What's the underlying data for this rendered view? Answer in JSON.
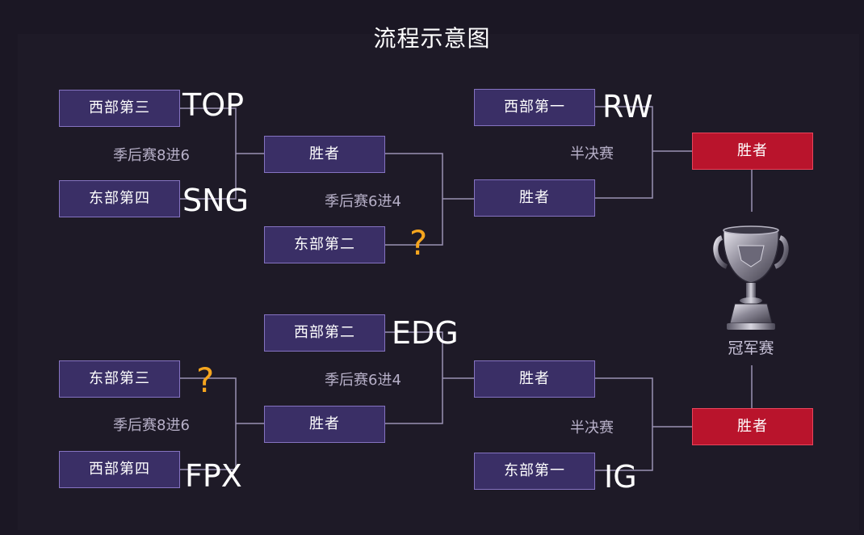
{
  "title": "流程示意图",
  "colors": {
    "background": "#1b1724",
    "node_fill": "#3a2f66",
    "node_border": "#8573c1",
    "winner_fill": "#b9142c",
    "question_mark": "#f5a51e",
    "connector": "#9a92b4"
  },
  "nodes": {
    "west_third": "西部第三",
    "east_fourth": "东部第四",
    "top_qf_winner": "胜者",
    "east_second": "东部第二",
    "west_first": "西部第一",
    "top_sf_winner": "胜者",
    "top_final_winner": "胜者",
    "west_second": "西部第二",
    "east_third": "东部第三",
    "west_fourth": "西部第四",
    "bottom_qf_winner": "胜者",
    "bottom_sf_winner": "胜者",
    "east_first": "东部第一",
    "bottom_final_winner": "胜者"
  },
  "round_labels": {
    "top_8to6": "季后赛8进6",
    "top_6to4": "季后赛6进4",
    "top_semifinal": "半决赛",
    "bottom_6to4": "季后赛6进4",
    "bottom_8to6": "季后赛8进6",
    "bottom_semifinal": "半决赛",
    "final": "冠军赛"
  },
  "teams": {
    "west_third": "TOP",
    "east_fourth": "SNG",
    "west_first": "RW",
    "west_second": "EDG",
    "west_fourth": "FPX",
    "east_first": "IG",
    "unknown_mark": "?"
  },
  "icons": {
    "trophy": "trophy-icon"
  }
}
